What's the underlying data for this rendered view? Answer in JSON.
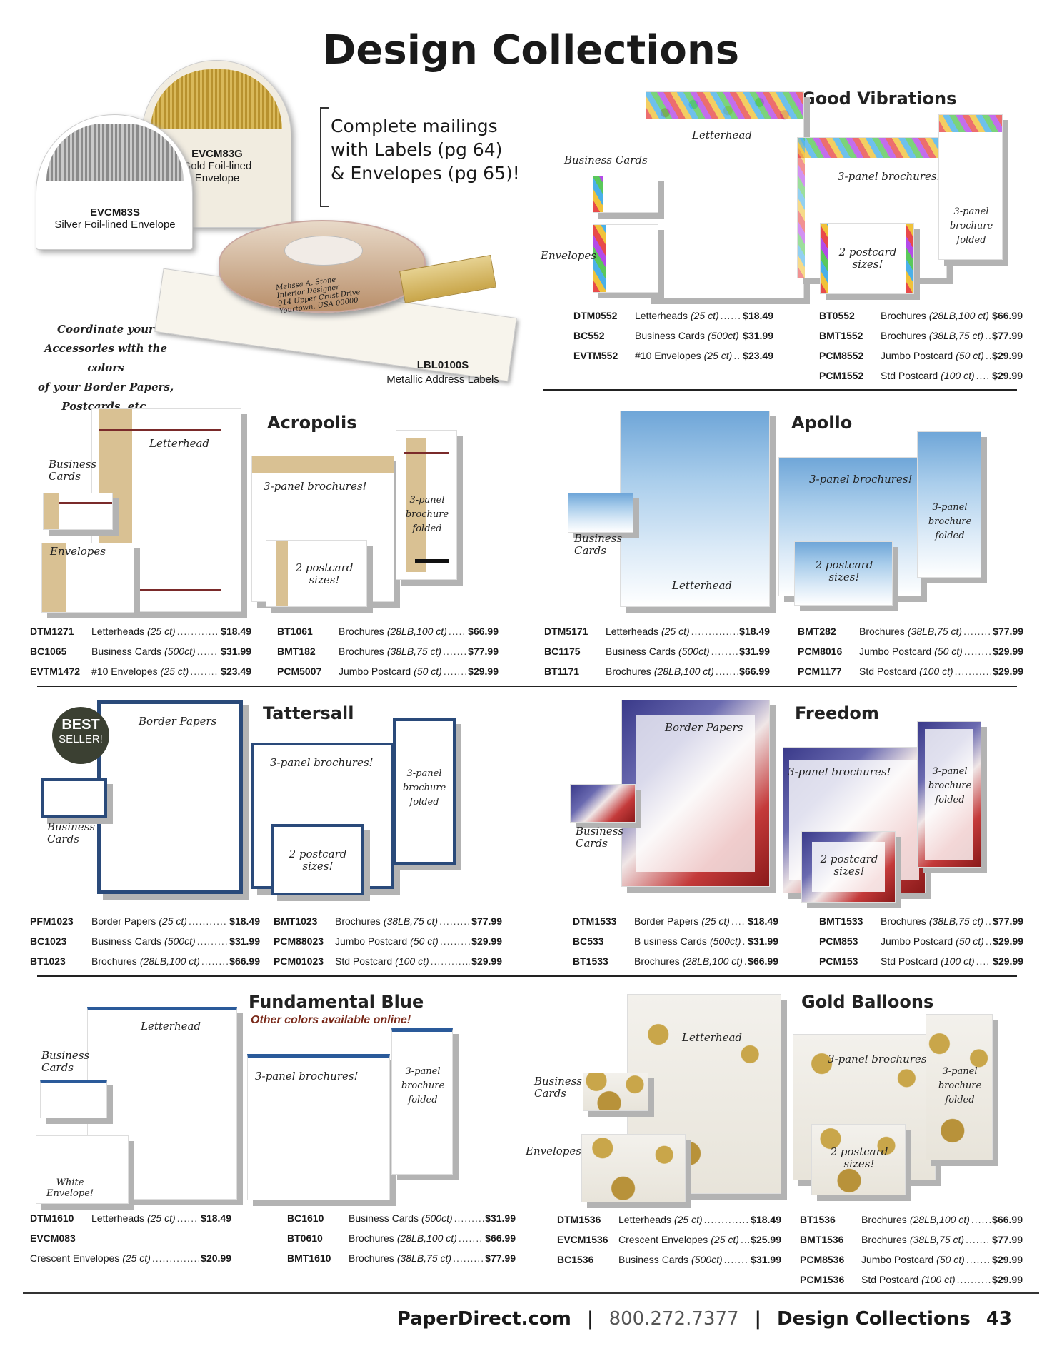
{
  "page": {
    "title": "Design Collections"
  },
  "intro": {
    "callout": [
      "Complete mailings",
      "with Labels (pg 64)",
      "& Envelopes (pg 65)!"
    ],
    "env_gold_sku": "EVCM83G",
    "env_gold_name": [
      "Gold Foil-lined",
      "Envelope"
    ],
    "env_silver_sku": "EVCM83S",
    "env_silver_name": "Silver Foil-lined Envelope",
    "coordinate": [
      "Coordinate your",
      "Accessories with the colors",
      "of your Border Papers,",
      "Postcards, etc."
    ],
    "label_sku": "LBL0100S",
    "label_name": "Metallic Address Labels",
    "label_lines": [
      "Melissa A. Stone",
      "Interior Designer",
      "914 Upper Crust Drive",
      "Yourtown, USA 00000"
    ]
  },
  "labels": {
    "letterhead": "Letterhead",
    "business_cards": "Business Cards",
    "business": "Business",
    "cards": "Cards",
    "envelopes": "Envelopes",
    "brochures": "3-panel brochures!",
    "folded1": "3-panel",
    "folded2": "brochure",
    "folded3": "folded",
    "post1": "2 postcard",
    "post2": "sizes!",
    "border_papers": "Border Papers",
    "white1": "White",
    "white2": "Envelope!"
  },
  "badge": {
    "l1": "BEST",
    "l2": "SELLER!"
  },
  "good_vibrations": {
    "title": "Good Vibrations",
    "left": [
      [
        "DTM0552",
        "Letterheads",
        "(25 ct)",
        "$18.49"
      ],
      [
        "BC552",
        "Business Cards",
        "(500ct)",
        "$31.99"
      ],
      [
        "EVTM552",
        "#10 Envelopes",
        "(25 ct)",
        "$23.49"
      ]
    ],
    "right": [
      [
        "BT0552",
        "Brochures",
        "(28LB,100 ct)",
        "$66.99"
      ],
      [
        "BMT1552",
        "Brochures",
        "(38LB,75 ct)",
        "$77.99"
      ],
      [
        "PCM8552",
        "Jumbo Postcard",
        "(50 ct)",
        "$29.99"
      ],
      [
        "PCM1552",
        "Std Postcard",
        "(100 ct)",
        "$29.99"
      ]
    ]
  },
  "acropolis": {
    "title": "Acropolis",
    "left": [
      [
        "DTM1271",
        "Letterheads",
        "(25 ct)",
        "$18.49"
      ],
      [
        "BC1065",
        "Business Cards",
        "(500ct)",
        "$31.99"
      ],
      [
        "EVTM1472",
        "#10 Envelopes",
        "(25 ct)",
        "$23.49"
      ]
    ],
    "right": [
      [
        "BT1061",
        "Brochures",
        "(28LB,100 ct)",
        "$66.99"
      ],
      [
        "BMT182",
        "Brochures",
        "(38LB,75 ct)",
        "$77.99"
      ],
      [
        "PCM5007",
        "Jumbo Postcard",
        "(50 ct)",
        "$29.99"
      ]
    ]
  },
  "apollo": {
    "title": "Apollo",
    "left": [
      [
        "DTM5171",
        "Letterheads",
        "(25 ct)",
        "$18.49"
      ],
      [
        "BC1175",
        "Business Cards",
        "(500ct)",
        "$31.99"
      ],
      [
        "BT1171",
        "Brochures",
        "(28LB,100 ct)",
        "$66.99"
      ]
    ],
    "right": [
      [
        "BMT282",
        "Brochures",
        "(38LB,75 ct)",
        "$77.99"
      ],
      [
        "PCM8016",
        "Jumbo Postcard",
        "(50 ct)",
        "$29.99"
      ],
      [
        "PCM1177",
        "Std Postcard",
        "(100 ct)",
        "$29.99"
      ]
    ]
  },
  "tattersall": {
    "title": "Tattersall",
    "left": [
      [
        "PFM1023",
        "Border Papers",
        "(25 ct)",
        "$18.49"
      ],
      [
        "BC1023",
        "Business Cards",
        "(500ct)",
        "$31.99"
      ],
      [
        "BT1023",
        "Brochures",
        "(28LB,100 ct)",
        "$66.99"
      ]
    ],
    "right": [
      [
        "BMT1023",
        "Brochures",
        "(38LB,75 ct)",
        "$77.99"
      ],
      [
        "PCM88023",
        "Jumbo Postcard",
        "(50 ct)",
        "$29.99"
      ],
      [
        "PCM01023",
        "Std Postcard",
        "(100 ct)",
        "$29.99"
      ]
    ]
  },
  "freedom": {
    "title": "Freedom",
    "left": [
      [
        "DTM1533",
        "Border Papers",
        "(25 ct)",
        "$18.49"
      ],
      [
        "BC533",
        "B usiness Cards",
        "(500ct)",
        "$31.99"
      ],
      [
        "BT1533",
        "Brochures",
        "(28LB,100 ct)",
        "$66.99"
      ]
    ],
    "right": [
      [
        "BMT1533",
        "Brochures",
        "(38LB,75 ct)",
        "$77.99"
      ],
      [
        "PCM853",
        "Jumbo Postcard",
        "(50 ct)",
        "$29.99"
      ],
      [
        "PCM153",
        "Std Postcard",
        "(100 ct)",
        "$29.99"
      ]
    ]
  },
  "fundamental_blue": {
    "title": "Fundamental Blue",
    "note": "Other colors available online!",
    "left": [
      [
        "DTM1610",
        "Letterheads",
        "(25 ct)",
        "$18.49"
      ]
    ],
    "left_sku2": "EVCM083",
    "left_line3": [
      "Crescent Envelopes",
      "(25 ct)",
      "$20.99"
    ],
    "right": [
      [
        "BC1610",
        "Business Cards",
        "(500ct)",
        "$31.99"
      ],
      [
        "BT0610",
        "Brochures",
        "(28LB,100 ct)",
        "$66.99"
      ],
      [
        "BMT1610",
        "Brochures",
        "(38LB,75 ct)",
        "$77.99"
      ]
    ]
  },
  "gold_balloons": {
    "title": "Gold Balloons",
    "left": [
      [
        "DTM1536",
        "Letterheads",
        "(25 ct)",
        "$18.49"
      ],
      [
        "EVCM1536",
        "Crescent Envelopes",
        "(25 ct)",
        "$25.99"
      ],
      [
        "BC1536",
        "Business Cards",
        "(500ct)",
        "$31.99"
      ]
    ],
    "right": [
      [
        "BT1536",
        "Brochures",
        "(28LB,100 ct)",
        "$66.99"
      ],
      [
        "BMT1536",
        "Brochures",
        "(38LB,75 ct)",
        "$77.99"
      ],
      [
        "PCM8536",
        "Jumbo Postcard",
        "(50 ct)",
        "$29.99"
      ],
      [
        "PCM1536",
        "Std Postcard",
        "(100 ct)",
        "$29.99"
      ]
    ]
  },
  "footer": {
    "site": "PaperDirect.com",
    "sep": "|",
    "phone": "800.272.7377",
    "section": "Design Collections",
    "page_number": "43"
  }
}
